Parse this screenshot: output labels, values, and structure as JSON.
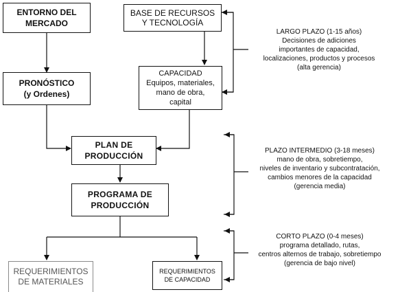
{
  "boxes": {
    "entorno": {
      "lines": [
        "ENTORNO DEL",
        "MERCADO"
      ]
    },
    "pronostico": {
      "lines": [
        "PRONÓSTICO",
        "(y Ordenes)"
      ]
    },
    "base": {
      "lines": [
        "BASE DE RECURSOS",
        "Y TECNOLOGÍA"
      ]
    },
    "capacidad": {
      "lines": [
        "CAPACIDAD",
        "Equipos, materiales,",
        "mano de obra,",
        "capital"
      ]
    },
    "plan": {
      "lines": [
        "PLAN DE",
        "PRODUCCIÓN"
      ]
    },
    "programa": {
      "lines": [
        "PROGRAMA DE",
        "PRODUCCIÓN"
      ]
    },
    "req_materiales": {
      "lines": [
        "REQUERIMIENTOS",
        "DE MATERIALES"
      ]
    },
    "req_capacidad": {
      "lines": [
        "REQUERIMIENTOS",
        "DE CAPACIDAD"
      ]
    }
  },
  "notes": {
    "largo": {
      "lines": [
        "LARGO PLAZO (1-15 años)",
        "Decisiones de adiciones",
        "importantes de capacidad,",
        "localizaciones, productos y procesos",
        "(alta gerencia)"
      ]
    },
    "intermedio": {
      "lines": [
        "PLAZO INTERMEDIO (3-18 meses)",
        "mano de obra, sobretiempo,",
        "niveles de inventario y subcontratación,",
        "cambios menores de la capacidad",
        "(gerencia media)"
      ]
    },
    "corto": {
      "lines": [
        "CORTO PLAZO (0-4 meses)",
        "programa detallado, rutas,",
        "centros alternos de trabajo, sobretiempo",
        "(gerencia de bajo nivel)"
      ]
    }
  }
}
